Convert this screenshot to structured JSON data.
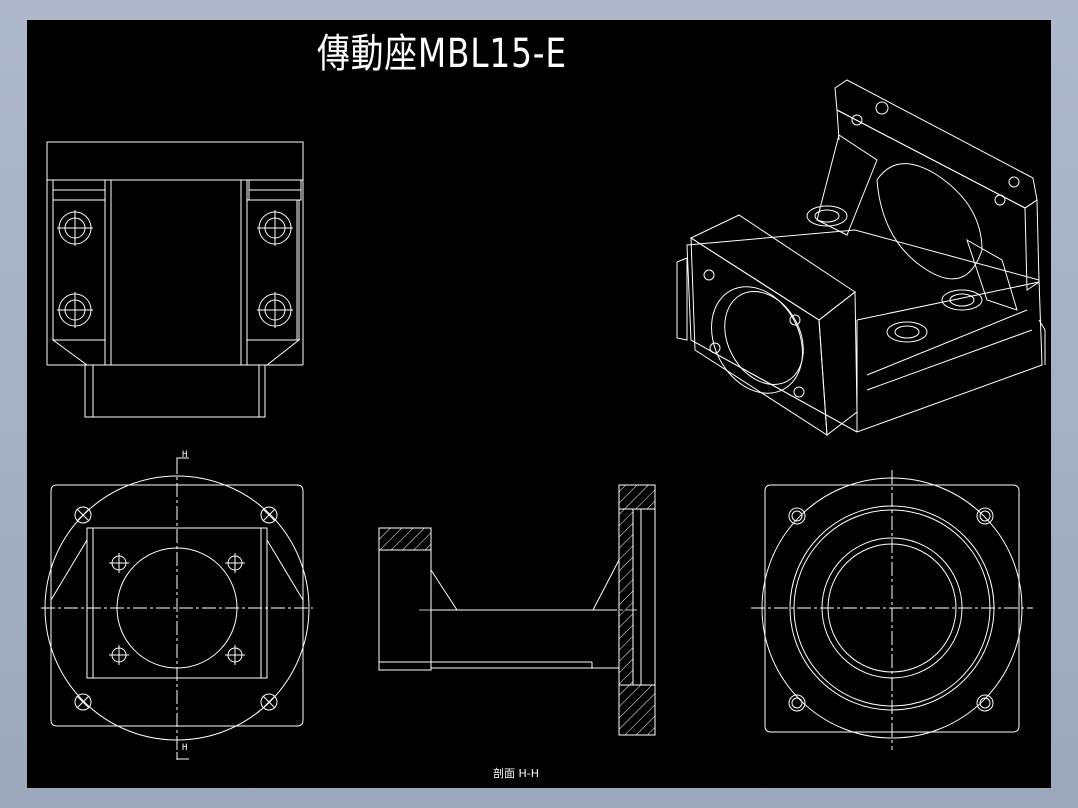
{
  "drawing": {
    "title": "傳動座MBL15-E",
    "section_caption": "剖面 H-H",
    "section_marker_top": "H",
    "section_marker_bottom": "H"
  },
  "colors": {
    "background_outer": "#a9b3c6",
    "canvas": "#000000",
    "lines": "#ffffff"
  }
}
